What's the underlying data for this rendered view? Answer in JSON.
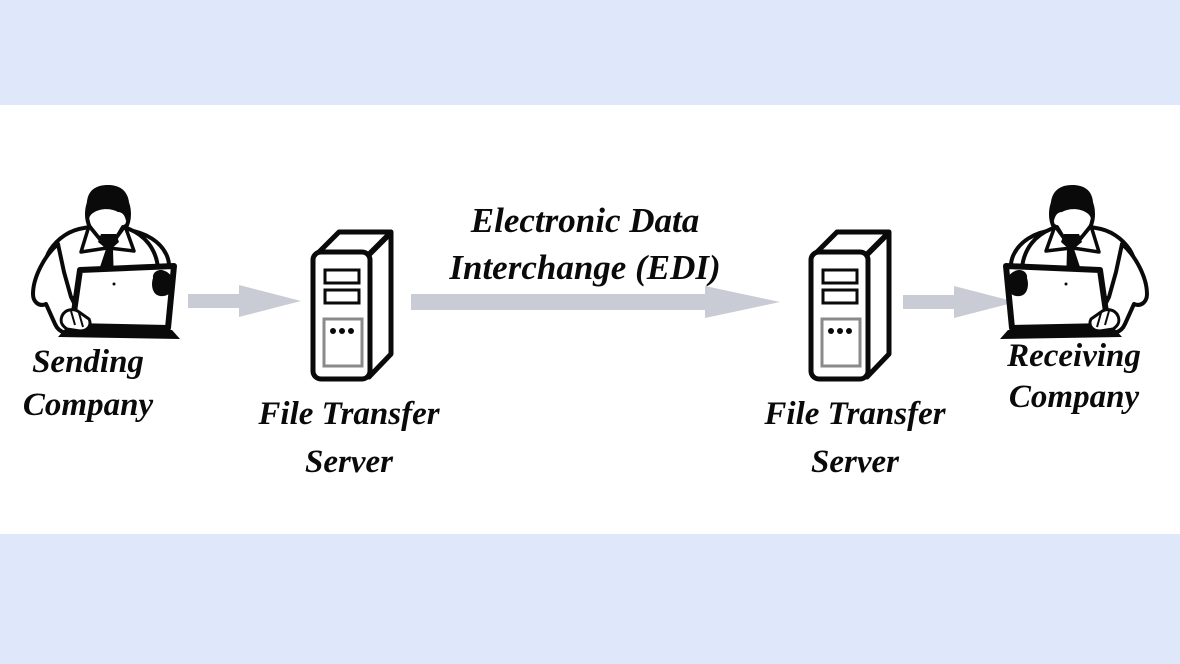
{
  "colors": {
    "band": "#dfe7fa",
    "canvas": "#ffffff",
    "arrow": "#c9cbd5",
    "ink": "#0a0a0a",
    "panel_outline": "#8a8a8a"
  },
  "diagram": {
    "edi_label": {
      "line1": "Electronic Data",
      "line2": "Interchange (EDI)"
    },
    "nodes": [
      {
        "id": "sending-company",
        "icon": "person-at-laptop-icon",
        "label_line1": "Sending",
        "label_line2": "Company"
      },
      {
        "id": "file-transfer-server-left",
        "icon": "server-tower-icon",
        "label_line1": "File Transfer",
        "label_line2": "Server"
      },
      {
        "id": "file-transfer-server-right",
        "icon": "server-tower-icon",
        "label_line1": "File Transfer",
        "label_line2": "Server"
      },
      {
        "id": "receiving-company",
        "icon": "person-at-laptop-icon",
        "label_line1": "Receiving",
        "label_line2": "Company"
      }
    ],
    "arrows": [
      {
        "id": "sending-to-server",
        "direction": "right"
      },
      {
        "id": "edi-transfer",
        "direction": "right"
      },
      {
        "id": "server-to-receiving",
        "direction": "right"
      }
    ]
  }
}
